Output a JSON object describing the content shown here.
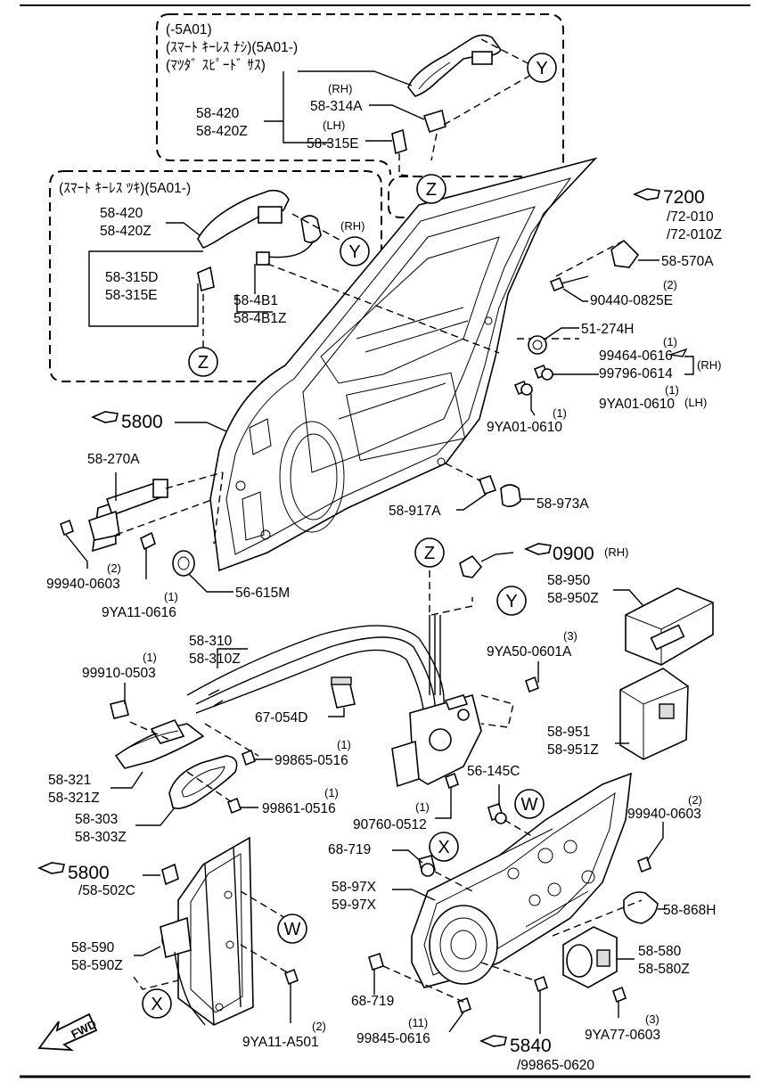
{
  "notes": {
    "top_1": "(-5A01)",
    "top_2": "(ｽﾏｰﾄ ｷｰﾚｽ ﾅｼ)(5A01-)",
    "top_3": "(ﾏﾂﾀﾞ ｽﾋﾟｰﾄﾞ ｻｽ)",
    "mid_1": "(ｽﾏｰﾄ ｷｰﾚｽ ﾂｷ)(5A01-)",
    "rh": "(RH)",
    "lh": "(LH)",
    "rh2": "(RH)",
    "rh3": "(RH)",
    "lh3": "(LH)",
    "rh4": "(RH)"
  },
  "refs": {
    "r7200": "7200",
    "r7200_a": "/72-010",
    "r7200_b": "/72-010Z",
    "r5800": "5800",
    "r0900": "0900",
    "r5800b": "5800",
    "r5800b_sub": "/58-502C",
    "r5840": "5840",
    "r5840_sub": "/99865-0620"
  },
  "parts": {
    "p58420_a": "58-420",
    "p58420z_a": "58-420Z",
    "p58314a": "58-314A",
    "p58315e_a": "58-315E",
    "p58420_b": "58-420",
    "p58420z_b": "58-420Z",
    "p58315d": "58-315D",
    "p58315e_b": "58-315E",
    "p584b1": "58-4B1",
    "p584b1z": "58-4B1Z",
    "p58570a": "58-570A",
    "p90440": "90440-0825E",
    "q90440": "(2)",
    "p51274h": "51-274H",
    "p99464": "99464-0616",
    "q99464": "(1)",
    "p99796": "99796-0614",
    "p9ya01_lh": "9YA01-0610",
    "q9ya01_lh": "(1)",
    "p9ya01": "9YA01-0610",
    "q9ya01": "(1)",
    "p58270a": "58-270A",
    "p99940_a": "99940-0603",
    "q99940_a": "(2)",
    "p9ya11_0616": "9YA11-0616",
    "q9ya11_0616": "(1)",
    "p56615m": "56-615M",
    "p58917a": "58-917A",
    "p58973a": "58-973A",
    "p58950": "58-950",
    "p58950z": "58-950Z",
    "p58310": "58-310",
    "p58310z": "58-310Z",
    "p99910": "99910-0503",
    "q99910": "(1)",
    "p9ya50": "9YA50-0601A",
    "q9ya50": "(3)",
    "p67054d": "67-054D",
    "p58951": "58-951",
    "p58951z": "58-951Z",
    "p99865": "99865-0516",
    "q99865": "(1)",
    "p58321": "58-321",
    "p58321z": "58-321Z",
    "p56145c": "56-145C",
    "p58303": "58-303",
    "p58303z": "58-303Z",
    "p99861": "99861-0516",
    "q99861": "(1)",
    "p90760": "90760-0512",
    "q90760": "(1)",
    "p99940_b": "99940-0603",
    "q99940_b": "(2)",
    "p68719_a": "68-719",
    "p5897x": "58-97X",
    "p5997x": "59-97X",
    "p58868h": "58-868H",
    "p58590": "58-590",
    "p58590z": "58-590Z",
    "p58580": "58-580",
    "p58580z": "58-580Z",
    "p68719_b": "68-719",
    "p9ya11_a501": "9YA11-A501",
    "q9ya11_a501": "(2)",
    "p99845": "99845-0616",
    "q99845": "(11)",
    "p9ya77": "9YA77-0603",
    "q9ya77": "(3)"
  },
  "markers": {
    "y1": "Y",
    "z1": "Z",
    "y2": "Y",
    "z2": "Z",
    "z3": "Z",
    "y3": "Y",
    "w1": "W",
    "x1": "X",
    "w2": "W",
    "x2": "X"
  },
  "fwd": "FWD"
}
